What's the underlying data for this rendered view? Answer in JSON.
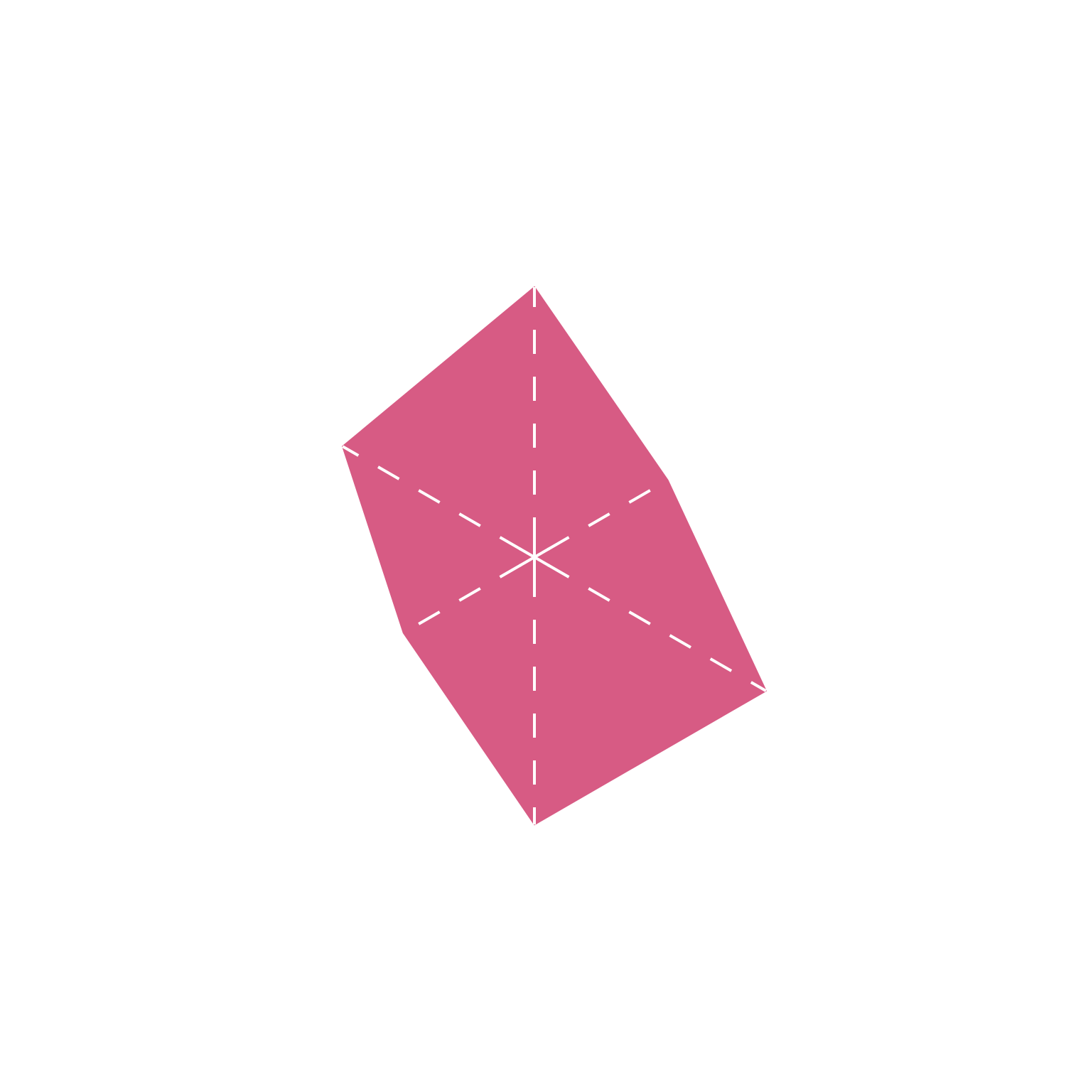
{
  "chart_data": {
    "type": "radar",
    "title": "",
    "axes_count": 6,
    "axis_labels": [],
    "series": [
      {
        "name": "",
        "values": [
          1.0,
          0.57,
          0.99,
          0.99,
          0.56,
          0.82
        ],
        "color": "#d75b84"
      }
    ],
    "rlim": [
      0,
      1
    ],
    "grid": false,
    "axis_line_style": "dashed",
    "axis_line_color": "#ffffff",
    "legend": "none"
  }
}
